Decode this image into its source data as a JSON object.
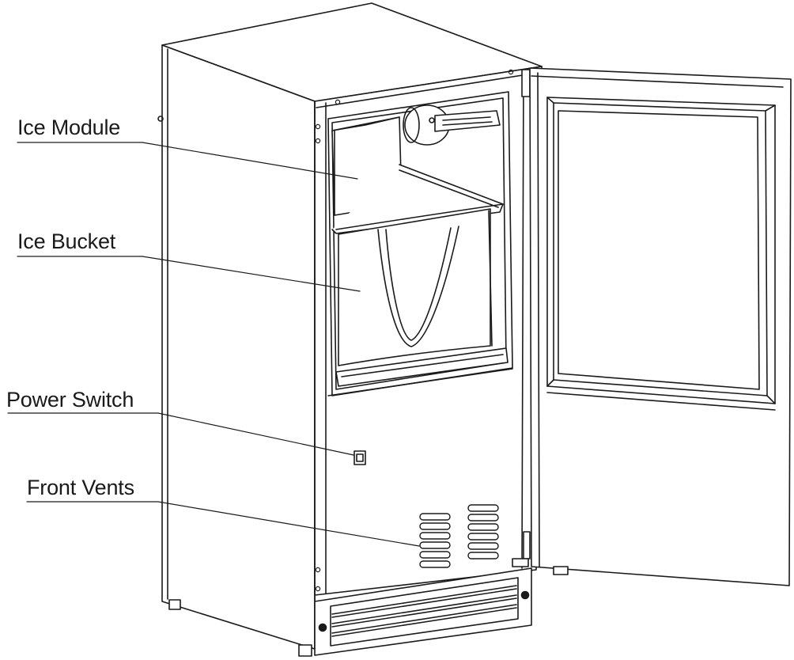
{
  "labels": {
    "ice_module": "Ice Module",
    "ice_bucket": "Ice Bucket",
    "power_switch": "Power Switch",
    "front_vents": "Front Vents"
  },
  "colors": {
    "line": "#1a1a1a",
    "background": "#ffffff"
  }
}
